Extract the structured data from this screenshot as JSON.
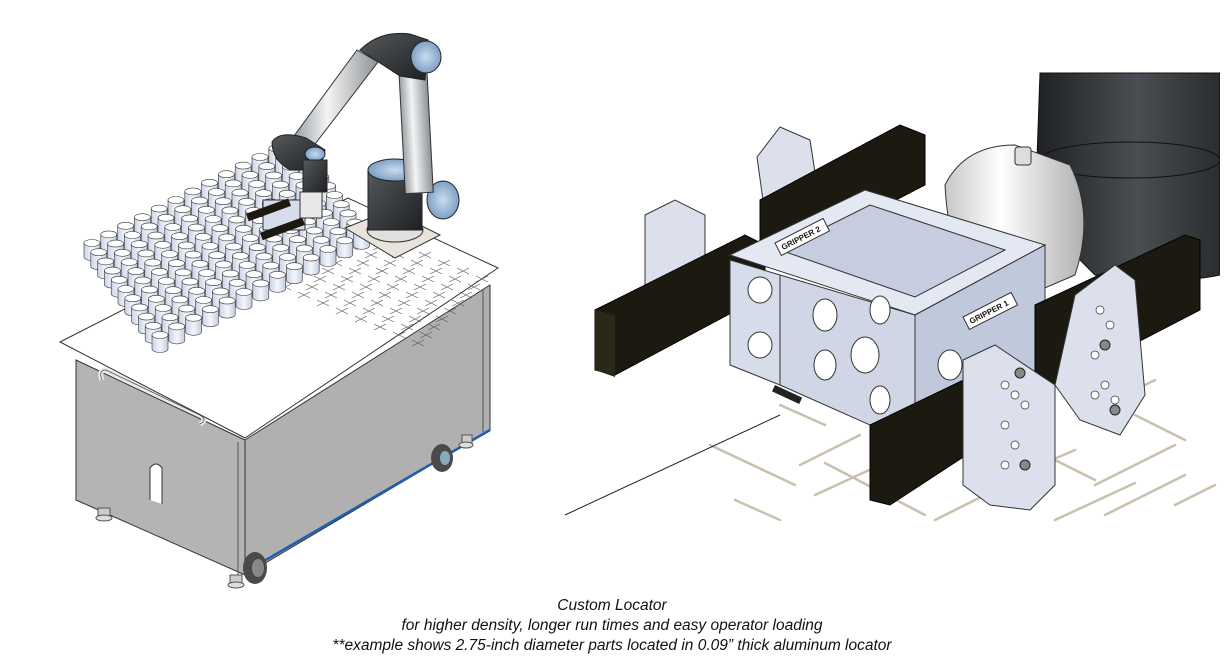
{
  "illustration": {
    "left_view": "robot-cart-overview",
    "right_view": "dual-gripper-closeup",
    "gripper_labels": [
      "GRIPPER 2",
      "GRIPPER 1"
    ],
    "colors": {
      "aluminum": "#d6dcea",
      "cart_panel": "#b2b2b2",
      "jaw_black": "#1c1a10",
      "robot_dark": "#2e3133",
      "robot_accent": "#8fb8de",
      "trim_blue": "#1f5fb0"
    }
  },
  "caption": {
    "title": "Custom Locator",
    "subtitle": "for higher density, longer run times and easy operator loading",
    "note": "**example shows 2.75-inch diameter parts located in 0.09” thick aluminum locator"
  }
}
